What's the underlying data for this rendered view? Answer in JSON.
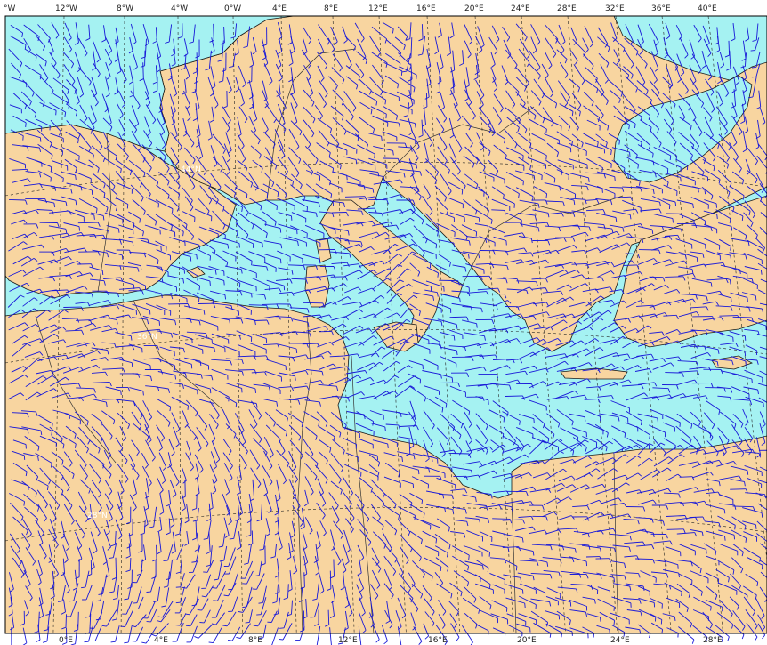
{
  "map": {
    "colors": {
      "sea": "#a5f2f2",
      "land": "#f8d5a0",
      "coastline": "#1a1a1a",
      "border": "#333333",
      "graticule": "#222222",
      "wind_barb": "#1818d8",
      "frame": "#000000"
    },
    "top_axis_labels": [
      "°W",
      "12°W",
      "8°W",
      "4°W",
      "0°W",
      "4°E",
      "8°E",
      "12°E",
      "16°E",
      "20°E",
      "24°E",
      "28°E",
      "32°E",
      "36°E",
      "40°E"
    ],
    "bottom_axis_labels": [
      "0°E",
      "4°E",
      "8°E",
      "12°E",
      "16°E",
      "20°E",
      "24°E",
      "28°E"
    ],
    "latitude_labels": [
      "44°N",
      "36°N",
      "28°N"
    ],
    "layers": [
      "sea",
      "land",
      "coastline",
      "country-borders",
      "graticule",
      "wind-barbs"
    ]
  }
}
